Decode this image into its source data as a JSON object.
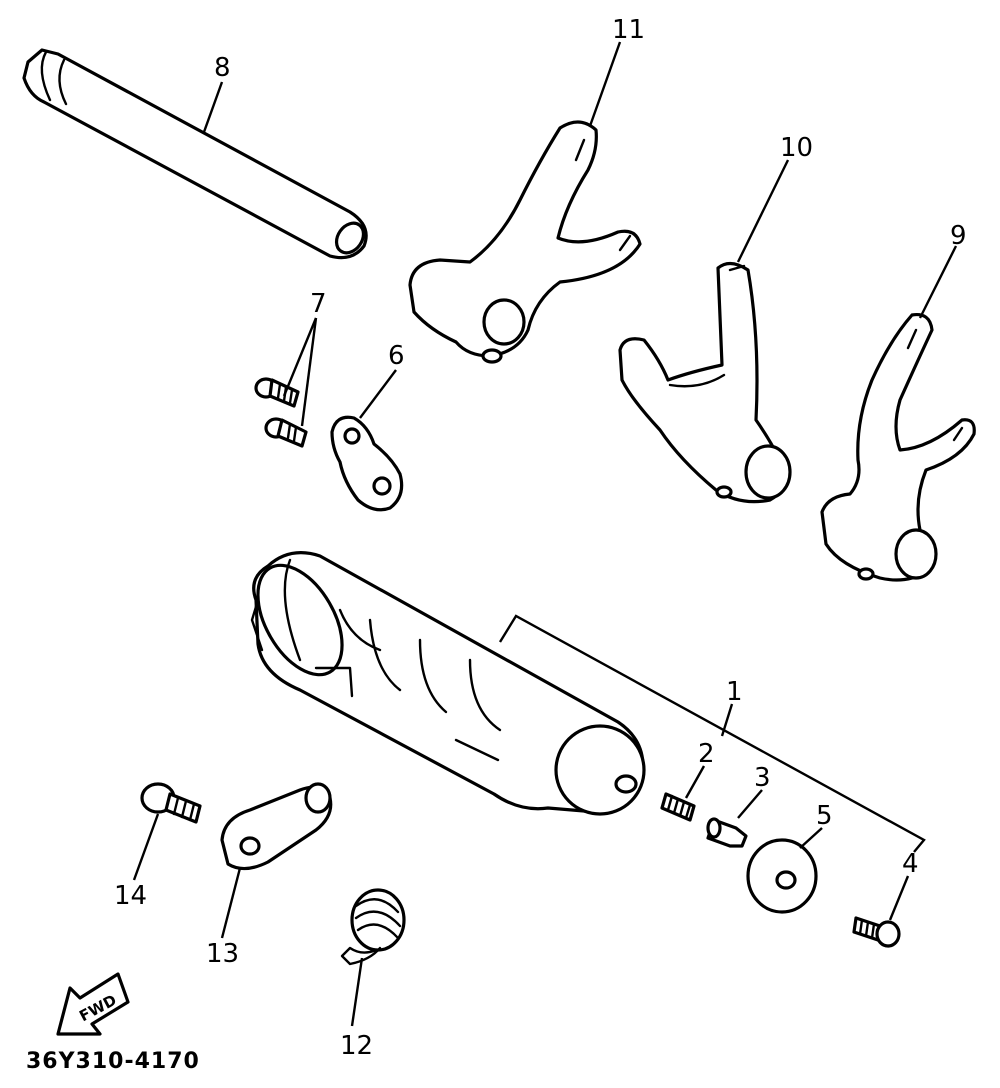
{
  "diagram_code": "36Y310-4170",
  "direction_label": "FWD",
  "callouts": {
    "c1": "1",
    "c2": "2",
    "c3": "3",
    "c4": "4",
    "c5": "5",
    "c6": "6",
    "c7": "7",
    "c8": "8",
    "c9": "9",
    "c10": "10",
    "c11": "11",
    "c12": "12",
    "c13": "13",
    "c14": "14"
  }
}
